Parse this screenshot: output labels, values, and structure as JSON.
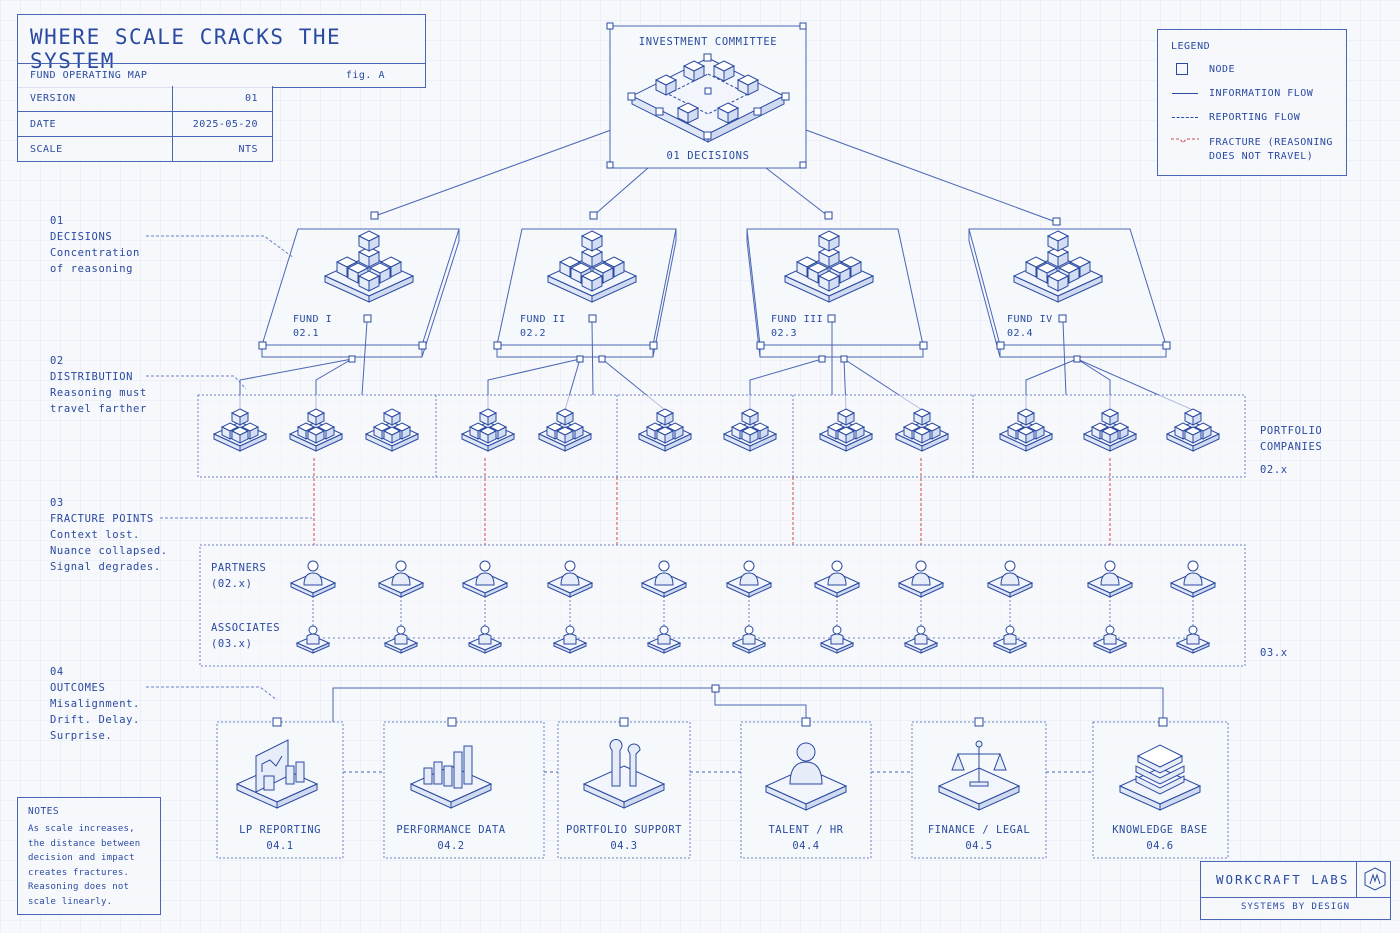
{
  "title": {
    "main": "WHERE SCALE CRACKS THE SYSTEM",
    "subtitle": "FUND OPERATING MAP",
    "fig": "fig. A"
  },
  "meta": [
    {
      "key": "VERSION",
      "value": "01"
    },
    {
      "key": "DATE",
      "value": "2025-05-20"
    },
    {
      "key": "SCALE",
      "value": "NTS"
    }
  ],
  "legend": {
    "title": "LEGEND",
    "node": "NODE",
    "info_flow": "INFORMATION FLOW",
    "reporting_flow": "REPORTING FLOW",
    "fracture_1": "FRACTURE (REASONING",
    "fracture_2": "DOES NOT TRAVEL)"
  },
  "committee": {
    "title": "INVESTMENT  COMMITTEE",
    "caption": "01   DECISIONS"
  },
  "funds": [
    {
      "name": "FUND I",
      "code": "02.1"
    },
    {
      "name": "FUND II",
      "code": "02.2"
    },
    {
      "name": "FUND III",
      "code": "02.3"
    },
    {
      "name": "FUND IV",
      "code": "02.4"
    }
  ],
  "sections": {
    "s01": {
      "num": "01",
      "title": "DECISIONS",
      "l1": "Concentration",
      "l2": "of reasoning"
    },
    "s02": {
      "num": "02",
      "title": "DISTRIBUTION",
      "l1": "Reasoning must",
      "l2": "travel farther"
    },
    "s03": {
      "num": "03",
      "title": "FRACTURE POINTS",
      "l1": "Context lost.",
      "l2": "Nuance collapsed.",
      "l3": "Signal degrades."
    },
    "s04": {
      "num": "04",
      "title": "OUTCOMES",
      "l1": "Misalignment.",
      "l2": "Drift. Delay.",
      "l3": "Surprise."
    }
  },
  "portfolio": {
    "l1": "PORTFOLIO",
    "l2": "COMPANIES",
    "code": "02.x"
  },
  "people": {
    "partners": "PARTNERS",
    "partners_code": "(02.x)",
    "associates": "ASSOCIATES",
    "associates_code": "(03.x)",
    "code": "03.x"
  },
  "outcomes": [
    {
      "name": "LP REPORTING",
      "code": "04.1",
      "icon": "chart-building-icon"
    },
    {
      "name": "PERFORMANCE DATA",
      "code": "04.2",
      "icon": "bar-chart-icon"
    },
    {
      "name": "PORTFOLIO SUPPORT",
      "code": "04.3",
      "icon": "wrench-icon"
    },
    {
      "name": "TALENT / HR",
      "code": "04.4",
      "icon": "person-icon"
    },
    {
      "name": "FINANCE / LEGAL",
      "code": "04.5",
      "icon": "scales-icon"
    },
    {
      "name": "KNOWLEDGE BASE",
      "code": "04.6",
      "icon": "books-icon"
    }
  ],
  "notes": {
    "title": "NOTES",
    "lines": [
      "As scale increases,",
      "the distance between",
      "decision and impact",
      "creates fractures.",
      "Reasoning does not",
      "scale linearly."
    ]
  },
  "brand": {
    "name": "WORKCRAFT LABS",
    "tagline": "SYSTEMS BY DESIGN"
  },
  "colors": {
    "ink": "#2a4aa0",
    "line": "#4a66b4",
    "fracture": "#d04a4a",
    "paper": "#f6f8fc"
  }
}
